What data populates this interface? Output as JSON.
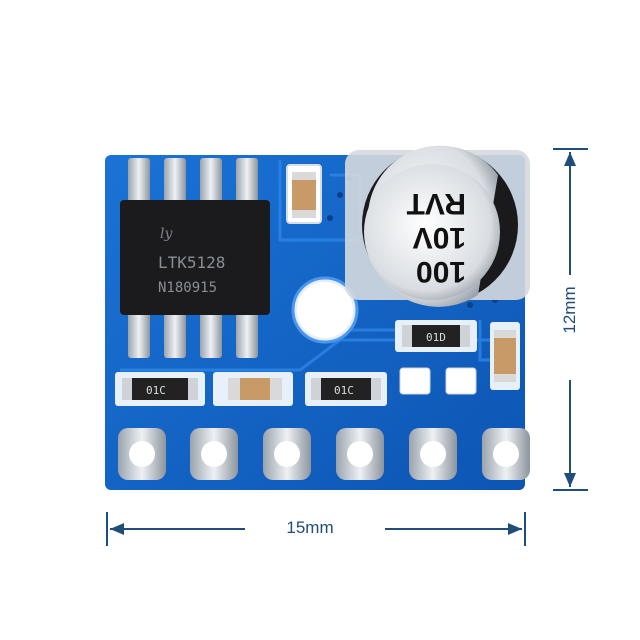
{
  "photo": {
    "board_color": "#1166cc",
    "chip": {
      "logo": "ly",
      "part": "LTK5128",
      "code": "N180915"
    },
    "capacitor": {
      "brand": "RVT",
      "voltage": "10V",
      "value": "100"
    },
    "smd_markings": [
      "01D",
      "01C",
      "01C"
    ]
  },
  "dimensions": {
    "width_label": "15mm",
    "height_label": "12mm",
    "color": "#1f4e7a"
  }
}
